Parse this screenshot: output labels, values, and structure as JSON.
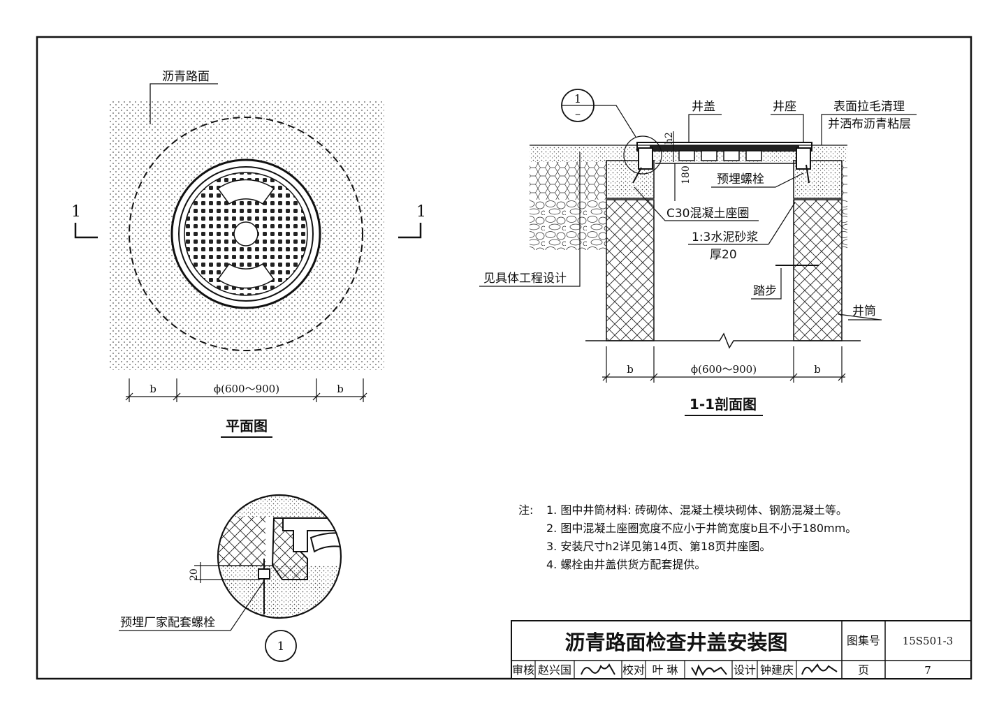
{
  "plan": {
    "title": "平面图",
    "label_asphalt": "沥青路面",
    "section_mark_left": "1",
    "section_mark_right": "1",
    "dim_b_left": "b",
    "dim_dia": "ϕ(600～900)",
    "dim_b_right": "b"
  },
  "section": {
    "title": "1-1剖面图",
    "callout_top": "1",
    "callout_bottom": "–",
    "label_cover": "井盖",
    "label_seat": "井座",
    "label_surface_1": "表面拉毛清理",
    "label_surface_2": "并洒布沥青粘层",
    "label_h2": "h2",
    "label_180": "180",
    "label_bolt": "预埋螺栓",
    "label_ring": "C30混凝土座圈",
    "label_mortar_1": "1:3水泥砂浆",
    "label_mortar_2": "厚20",
    "label_design": "见具体工程设计",
    "label_step": "踏步",
    "label_shaft": "井筒",
    "dim_b_left": "b",
    "dim_dia": "ϕ(600～900)",
    "dim_b_right": "b"
  },
  "detail": {
    "label_20": "20",
    "label_bolt": "预埋厂家配套螺栓",
    "callout": "1"
  },
  "notes": {
    "prefix": "注:",
    "items": [
      "1. 图中井筒材料: 砖砌体、混凝土模块砌体、钢筋混凝土等。",
      "2. 图中混凝土座圈宽度不应小于井筒宽度b且不小于180mm。",
      "3. 安装尺寸h2详见第14页、第18页井座图。",
      "4. 螺栓由井盖供货方配套提供。"
    ]
  },
  "title_block": {
    "title": "沥青路面检查井盖安装图",
    "atlas_label": "图集号",
    "atlas_no": "15S501-3",
    "review_label": "审核",
    "reviewer": "赵兴国",
    "check_label": "校对",
    "checker": "叶 琳",
    "design_label": "设计",
    "designer": "钟建庆",
    "page_label": "页",
    "page_no": "7"
  }
}
